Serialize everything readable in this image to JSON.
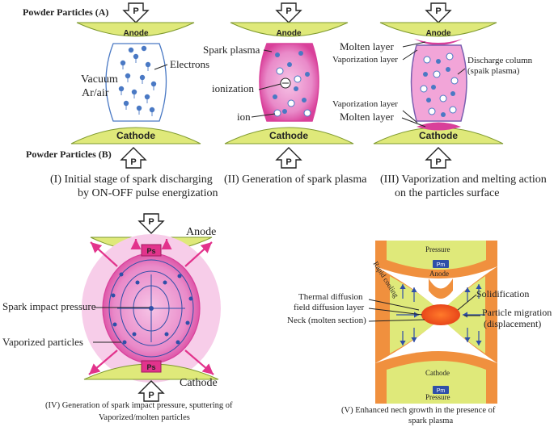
{
  "colors": {
    "electrode_fill": "#dfe97a",
    "electrode_stroke": "#7f9a2e",
    "plasma_pink": "#e98ac9",
    "plasma_deep": "#d9409a",
    "particle_blue": "#4a79c4",
    "arrow_magenta": "#e2338c",
    "neck_orange": "#f0903e",
    "neck_core": "#ef4a1c",
    "stroke_dark": "#2c3a5a"
  },
  "stage_labels": {
    "powder_a": "Powder Particles (A)",
    "powder_b": "Powder Particles (B)",
    "anode": "Anode",
    "cathode": "Cathode",
    "pressure_arrow": "P"
  },
  "panel1": {
    "vacuum": "Vacuum",
    "ar_air": "Ar/air",
    "electrons": "Electrons",
    "caption_line1": "(I) Initial stage of spark discharging",
    "caption_line2": "by ON-OFF pulse energization"
  },
  "panel2": {
    "spark_plasma": "Spark plasma",
    "ionization": "ionization",
    "ion": "ion",
    "caption": "(II) Generation of spark plasma"
  },
  "panel3": {
    "molten_top": "Molten layer",
    "vapor_top": "Vaporization layer",
    "discharge_1": "Discharge column",
    "discharge_2": "(spaik plasma)",
    "vapor_bottom": "Vaporization layer",
    "molten_bottom": "Molten layer",
    "caption_line1": "(III) Vaporization and melting action",
    "caption_line2": "on the particles surface"
  },
  "panel4": {
    "anode": "Anode",
    "cathode": "Cathode",
    "ps": "Ps",
    "impact_pressure": "Spark impact pressure",
    "vaporized": "Vaporized particles",
    "caption_line1": "(IV) Generation of spark impact pressure, sputtering of",
    "caption_line2": "Vaporized/molten particles"
  },
  "panel5": {
    "pressure": "Pressure",
    "pm": "Pm",
    "anode": "Anode",
    "cathode": "Cathode",
    "rapid_cooling": "Rapid cooling",
    "thermal_1": "Thermal diffusion",
    "thermal_2": "field diffusion layer",
    "neck": "Neck (molten section)",
    "solidification": "Solidification",
    "migration_1": "Particle migration",
    "migration_2": "(displacement)",
    "caption_line1": "(V) Enhanced nech growth in the presence of",
    "caption_line2": "spark plasma"
  }
}
